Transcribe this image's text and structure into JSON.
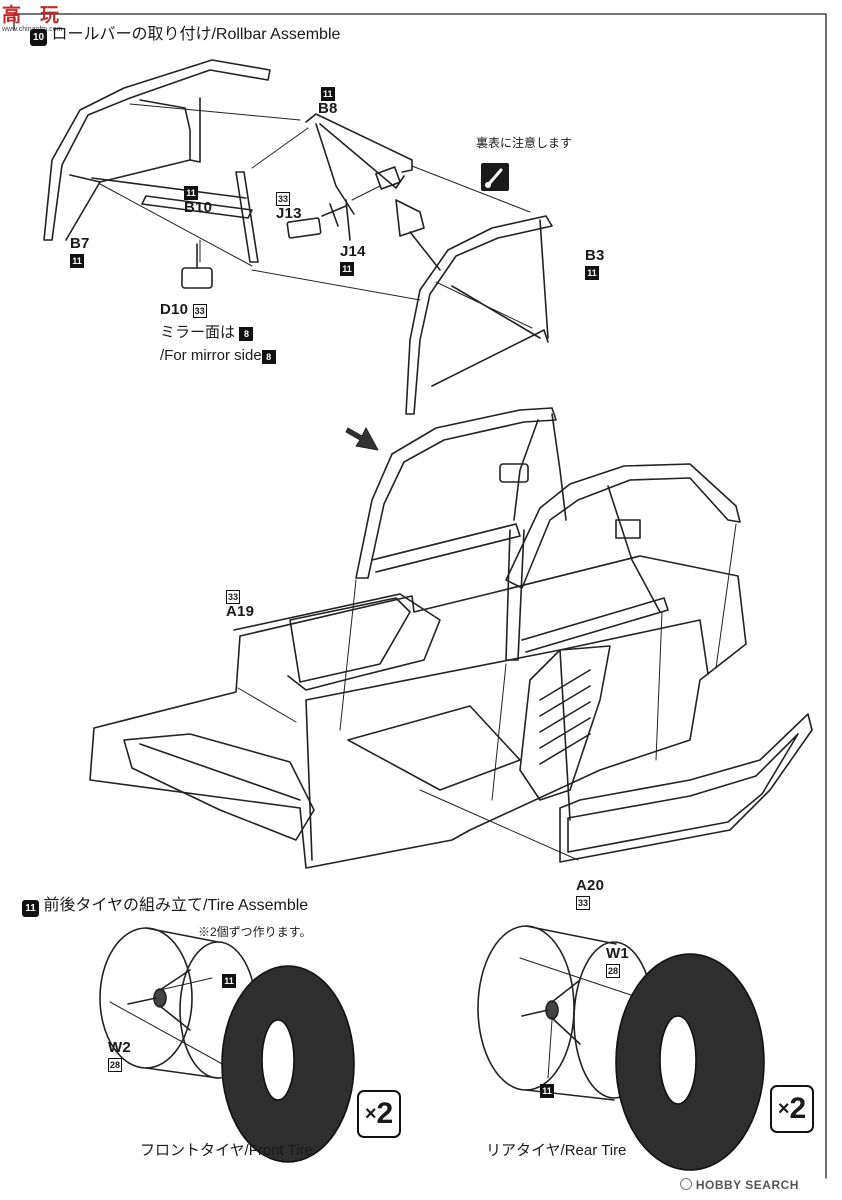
{
  "watermark_top": {
    "chars": "高　玩",
    "sub": "www.chinaofm.com"
  },
  "step10": {
    "number": "10",
    "title": "ロールバーの取り付け/Rollbar Assemble"
  },
  "parts": {
    "b8": {
      "code": "B8",
      "color_no": "11"
    },
    "b10": {
      "code": "B10",
      "color_no": "11"
    },
    "b7": {
      "code": "B7",
      "color_no": "11"
    },
    "j13": {
      "code": "J13",
      "color_no": "33"
    },
    "j14": {
      "code": "J14",
      "color_no": "11"
    },
    "b3": {
      "code": "B3",
      "color_no": "11"
    },
    "d10": {
      "code": "D10",
      "color_no": "33"
    },
    "a19": {
      "code": "A19",
      "color_no": "33"
    },
    "a20": {
      "code": "A20",
      "color_no": "33"
    }
  },
  "notes": {
    "reverse_side": "裏表に注意します",
    "mirror_jp": "ミラー面は",
    "mirror_en": "/For mirror side",
    "mirror_color_no": "8",
    "two_each": "※2個ずつ作ります。"
  },
  "step11": {
    "number": "11",
    "title": "前後タイヤの組み立て/Tire Assemble"
  },
  "front_tire": {
    "wheel_code": "W2",
    "wheel_color_no": "28",
    "hub_color_no": "11",
    "multiplier": "2",
    "caption": "フロントタイヤ/Front Tire"
  },
  "rear_tire": {
    "wheel_code": "W1",
    "wheel_color_no": "28",
    "hub_color_no": "11",
    "multiplier": "2",
    "caption": "リアタイヤ/Rear Tire"
  },
  "footer_logo": "HOBBY SEARCH",
  "colors": {
    "ink": "#1a1a1a",
    "paper": "#ffffff",
    "tire": "#2e2e2e"
  },
  "icons": [
    "caution-brush-icon",
    "direction-arrow-icon",
    "multiply-two-icon"
  ]
}
